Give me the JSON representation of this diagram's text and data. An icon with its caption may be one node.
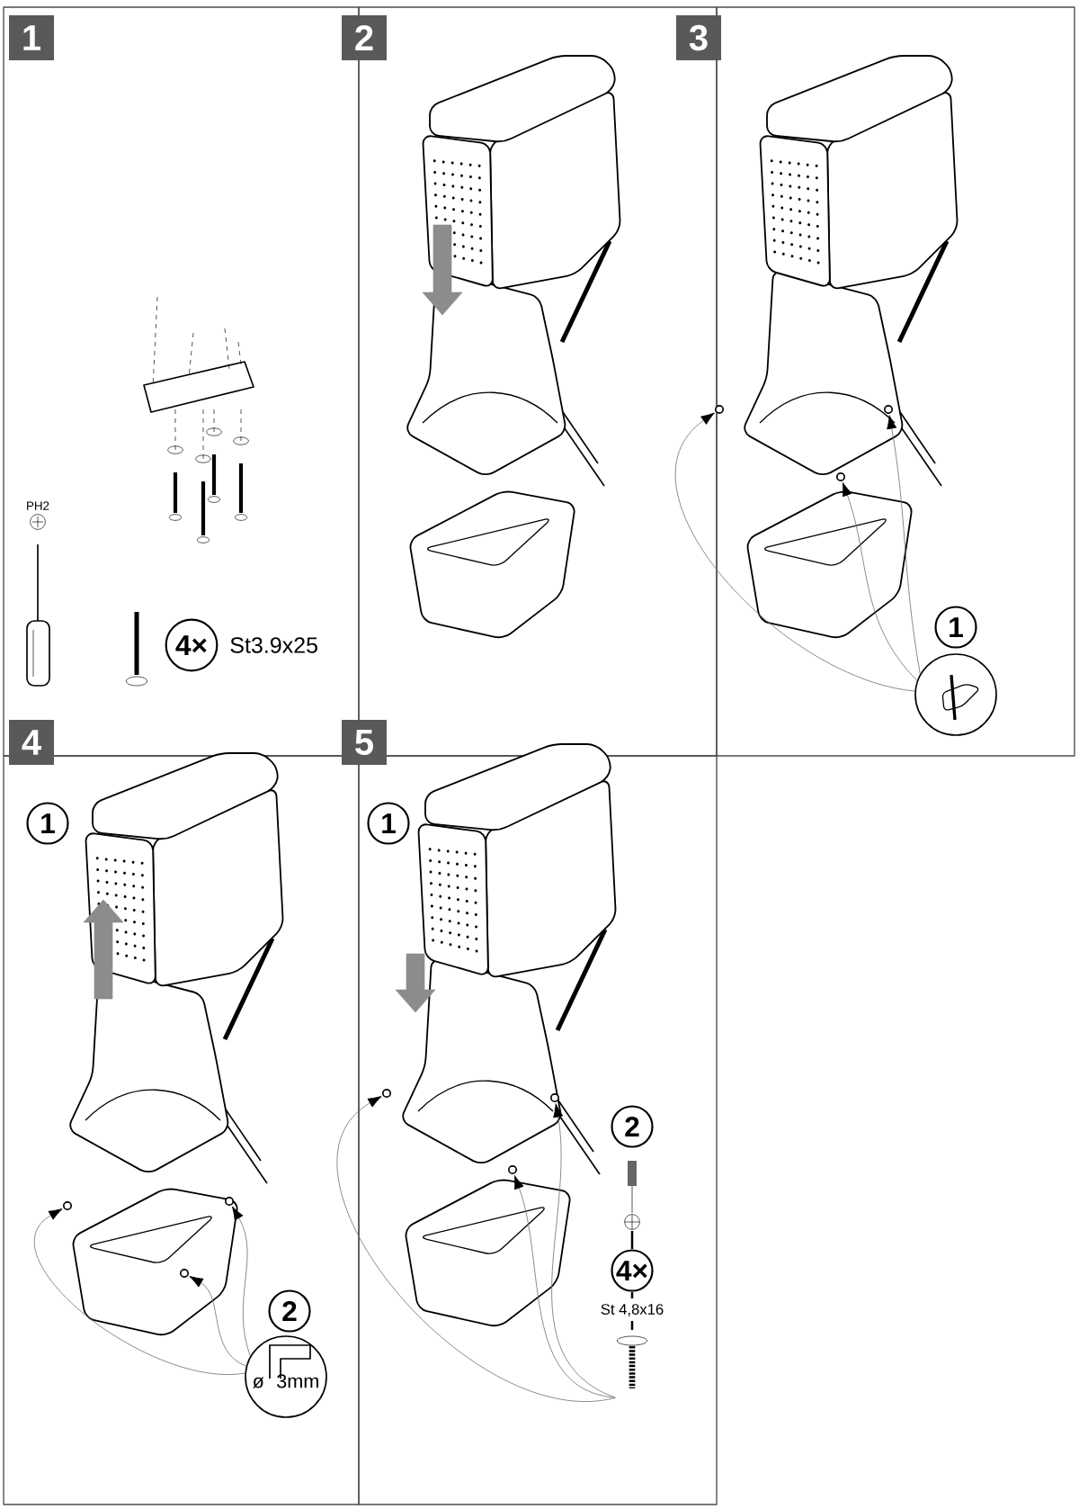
{
  "diagram": {
    "nodes": [
      {
        "text": [
          "1"
        ]
      },
      {
        "text": [
          "4×"
        ],
        "beside": [
          "St3.9x25"
        ]
      },
      {
        "text": [
          "2"
        ]
      },
      {
        "text": [
          "3"
        ]
      },
      {
        "text": [
          "1"
        ]
      },
      {
        "text": [],
        "shape": "circle"
      },
      {
        "text": [
          "4"
        ]
      },
      {
        "text": [
          "1"
        ]
      },
      {
        "text": [
          "2"
        ]
      },
      {
        "text": [
          "ø",
          "3mm"
        ]
      },
      {
        "text": [
          "5"
        ]
      },
      {
        "text": [
          "1"
        ]
      },
      {
        "text": [
          "2"
        ]
      },
      {
        "text": [
          "4×"
        ]
      },
      {
        "text": [],
        "shape": "picture"
      },
      {
        "text": [],
        "shape": "circle"
      },
      {
        "text": [],
        "shape": "circle"
      },
      {
        "text": [],
        "shape": "circle"
      },
      {
        "text": [],
        "shape": "circle"
      },
      {
        "text": [],
        "shape": "circle"
      },
      {
        "text": [],
        "shape": "circle"
      },
      {
        "text": [],
        "shape": "circle"
      },
      {
        "text": [],
        "shape": "circle"
      },
      {
        "text": [],
        "shape": "circle"
      }
    ],
    "edges": [
      {
        "from": 5,
        "to": 15,
        "arrow": "to"
      },
      {
        "from": 5,
        "to": 16,
        "arrow": "to"
      },
      {
        "from": 5,
        "to": 17,
        "arrow": "to"
      },
      {
        "from": 9,
        "to": 18,
        "arrow": "to"
      },
      {
        "from": 9,
        "to": 19,
        "arrow": "to"
      },
      {
        "from": 9,
        "to": 20,
        "arrow": "to"
      },
      {
        "from": 14,
        "to": 21,
        "arrow": "to"
      },
      {
        "from": 14,
        "to": 22,
        "arrow": "to"
      },
      {
        "from": 14,
        "to": 23,
        "arrow": "to"
      }
    ],
    "labels": [
      "PH2",
      "St 4,8x16"
    ]
  }
}
